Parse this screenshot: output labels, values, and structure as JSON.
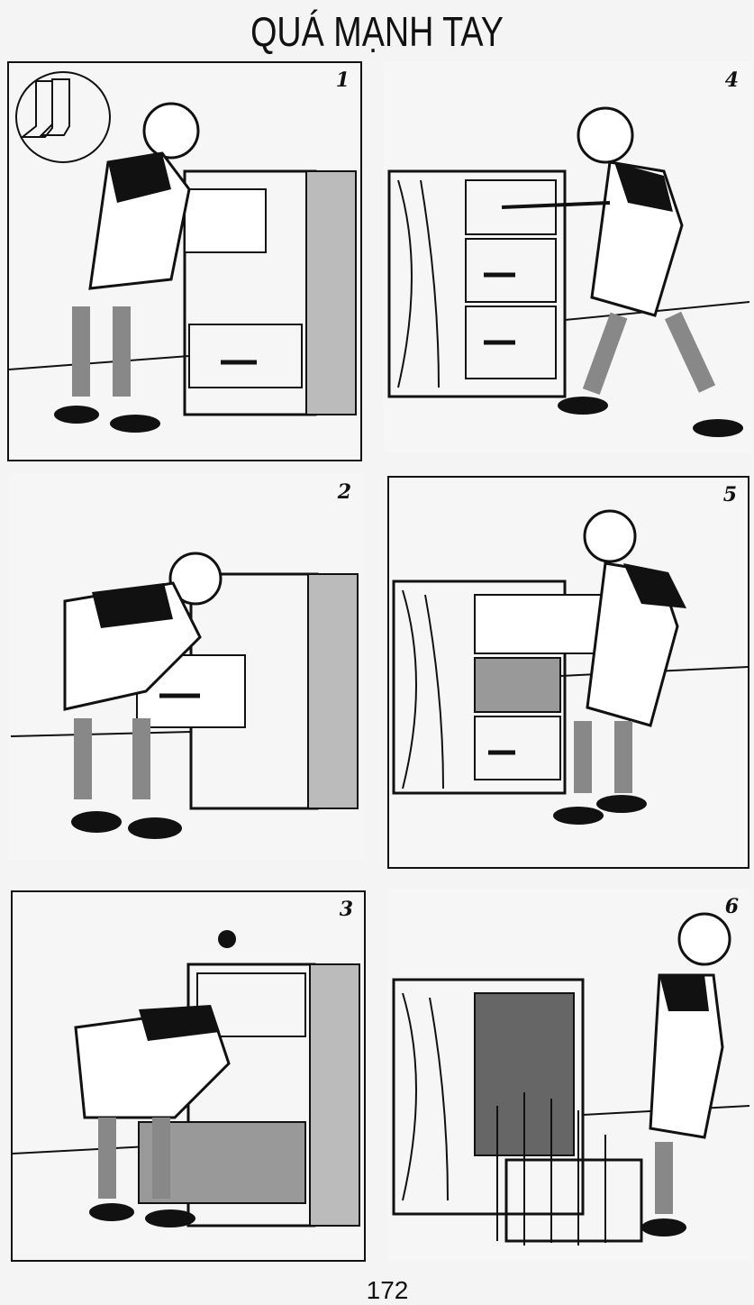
{
  "title": "QUÁ MẠNH TAY",
  "panels": [
    {
      "number": "1"
    },
    {
      "number": "4"
    },
    {
      "number": "2"
    },
    {
      "number": "5"
    },
    {
      "number": "3"
    },
    {
      "number": "6"
    }
  ],
  "page_number": "172"
}
